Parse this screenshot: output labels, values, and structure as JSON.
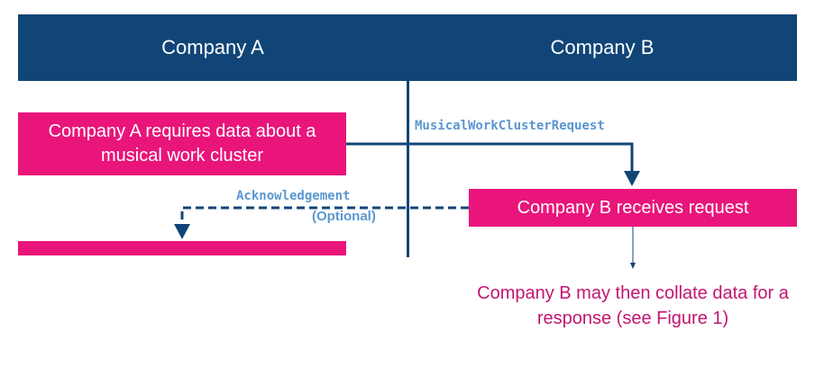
{
  "header": {
    "company_a": "Company A",
    "company_b": "Company B"
  },
  "steps": {
    "company_a_requires": "Company A requires data about a musical work cluster",
    "company_b_receives": "Company B receives request",
    "company_b_response": "Company B may then collate data for a response (see Figure 1)"
  },
  "messages": {
    "request": "MusicalWorkClusterRequest",
    "acknowledgement": "Acknowledgement",
    "acknowledgement_note": "(Optional)"
  },
  "colors": {
    "header_bg": "#114577",
    "box_pink": "#e9157a",
    "message_blue": "#5a97cf",
    "response_text": "#c11670"
  }
}
